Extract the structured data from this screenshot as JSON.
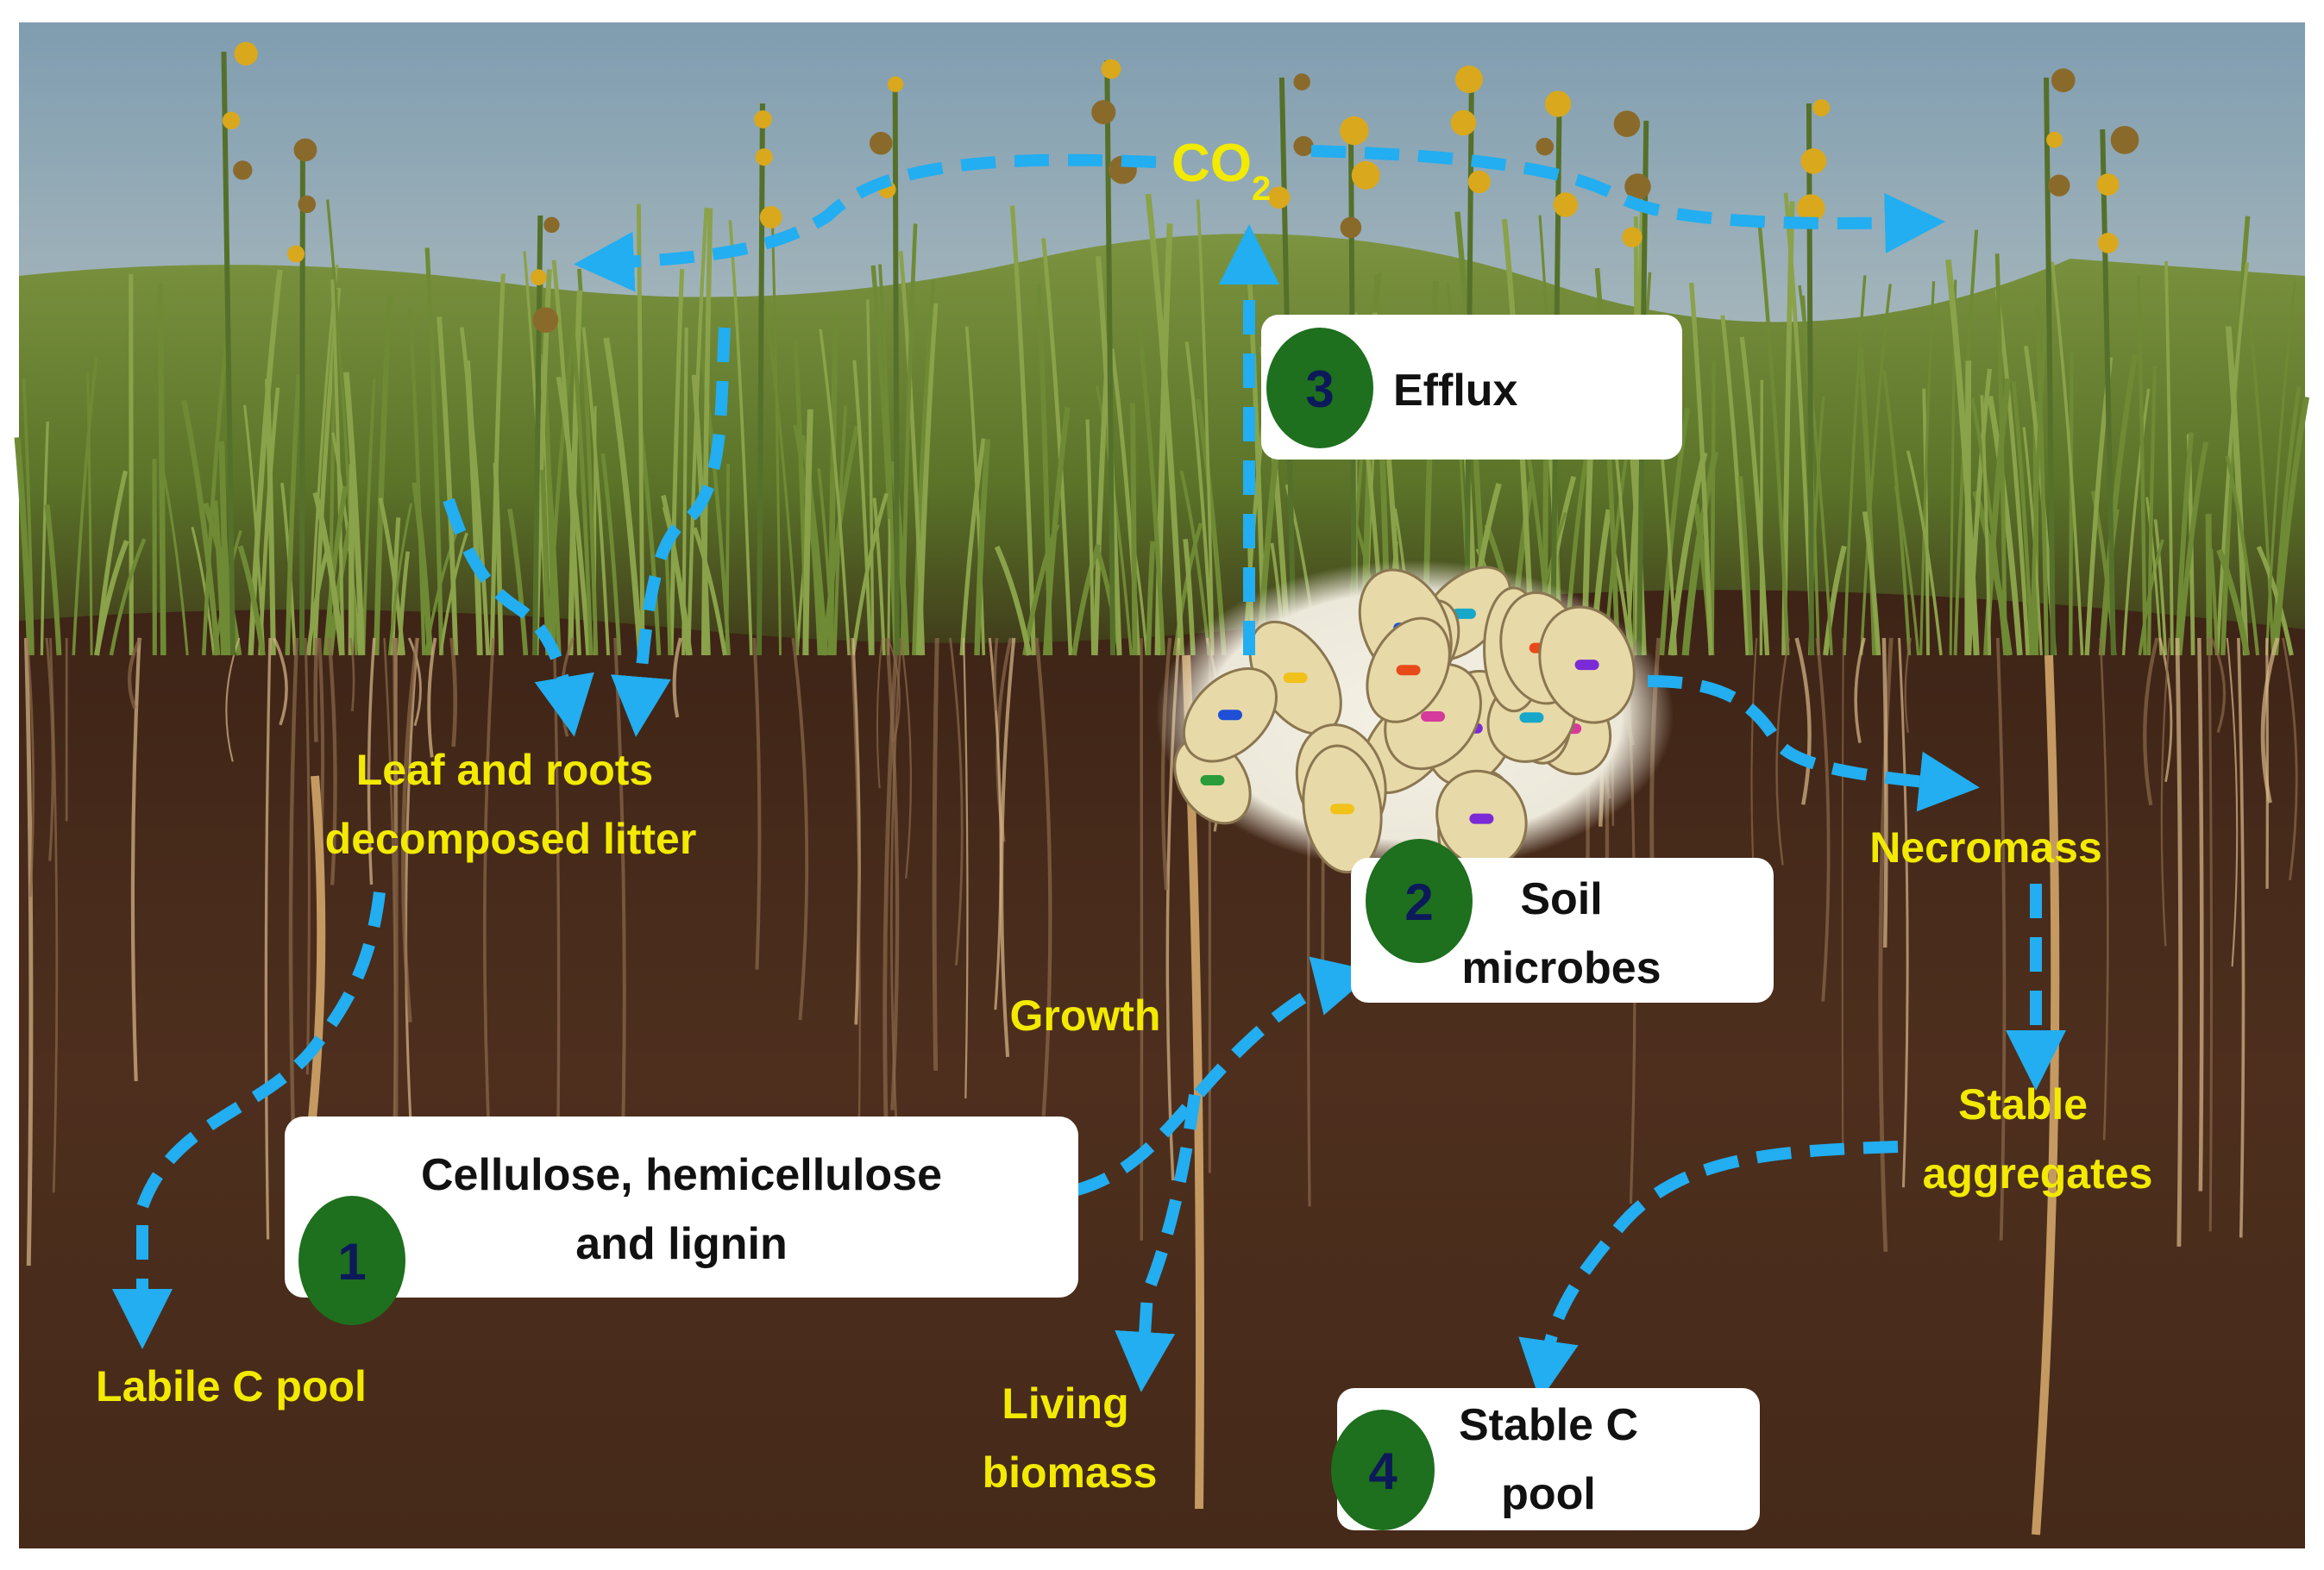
{
  "co2": {
    "main": "CO",
    "subscript": "2"
  },
  "labels": {
    "litter_line1": "Leaf and roots",
    "litter_line2": "decomposed litter",
    "necromass": "Necromass",
    "growth": "Growth",
    "stable_aggregates_line1": "Stable",
    "stable_aggregates_line2": "aggregates",
    "labile_c_pool": "Labile C pool",
    "living_biomass_line1": "Living",
    "living_biomass_line2": "biomass"
  },
  "boxes": {
    "cellulose": {
      "badge": "1",
      "line1": "Cellulose, hemicellulose",
      "line2": "and lignin"
    },
    "soil_microbes": {
      "badge": "2",
      "line1": "Soil",
      "line2": "microbes"
    },
    "efflux": {
      "badge": "3",
      "line1": "Efflux"
    },
    "stable_c_pool": {
      "badge": "4",
      "line1": "Stable C",
      "line2": "pool"
    }
  },
  "colors": {
    "sky_top": "#7f9db0",
    "sky_bottom": "#c5cbc6",
    "soil": "#4a2c1c",
    "grass": "#5f7a2c",
    "arrow": "#22aef0",
    "label_yellow": "#f2ea00",
    "badge_green": "#1e6f1e",
    "box_fill": "#ffffff"
  }
}
